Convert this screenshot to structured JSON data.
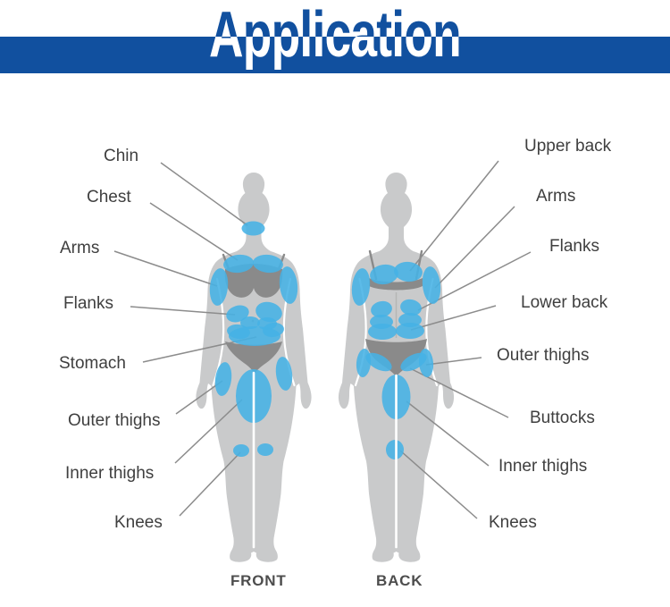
{
  "header": {
    "title": "Application"
  },
  "front": {
    "caption": "FRONT",
    "labels": [
      "Chin",
      "Chest",
      "Arms",
      "Flanks",
      "Stomach",
      "Outer thighs",
      "Inner thighs",
      "Knees"
    ]
  },
  "back": {
    "caption": "BACK",
    "labels": [
      "Upper back",
      "Arms",
      "Flanks",
      "Lower back",
      "Outer thighs",
      "Buttocks",
      "Inner thighs",
      "Knees"
    ]
  },
  "colors": {
    "band": "#11509f",
    "highlight": "#45b2e5",
    "body": "#c9cacb",
    "garment": "#8a8a8a",
    "leader": "#8c8c8c",
    "label_text": "#3f3f3f",
    "caption_text": "#4d4d4d"
  }
}
